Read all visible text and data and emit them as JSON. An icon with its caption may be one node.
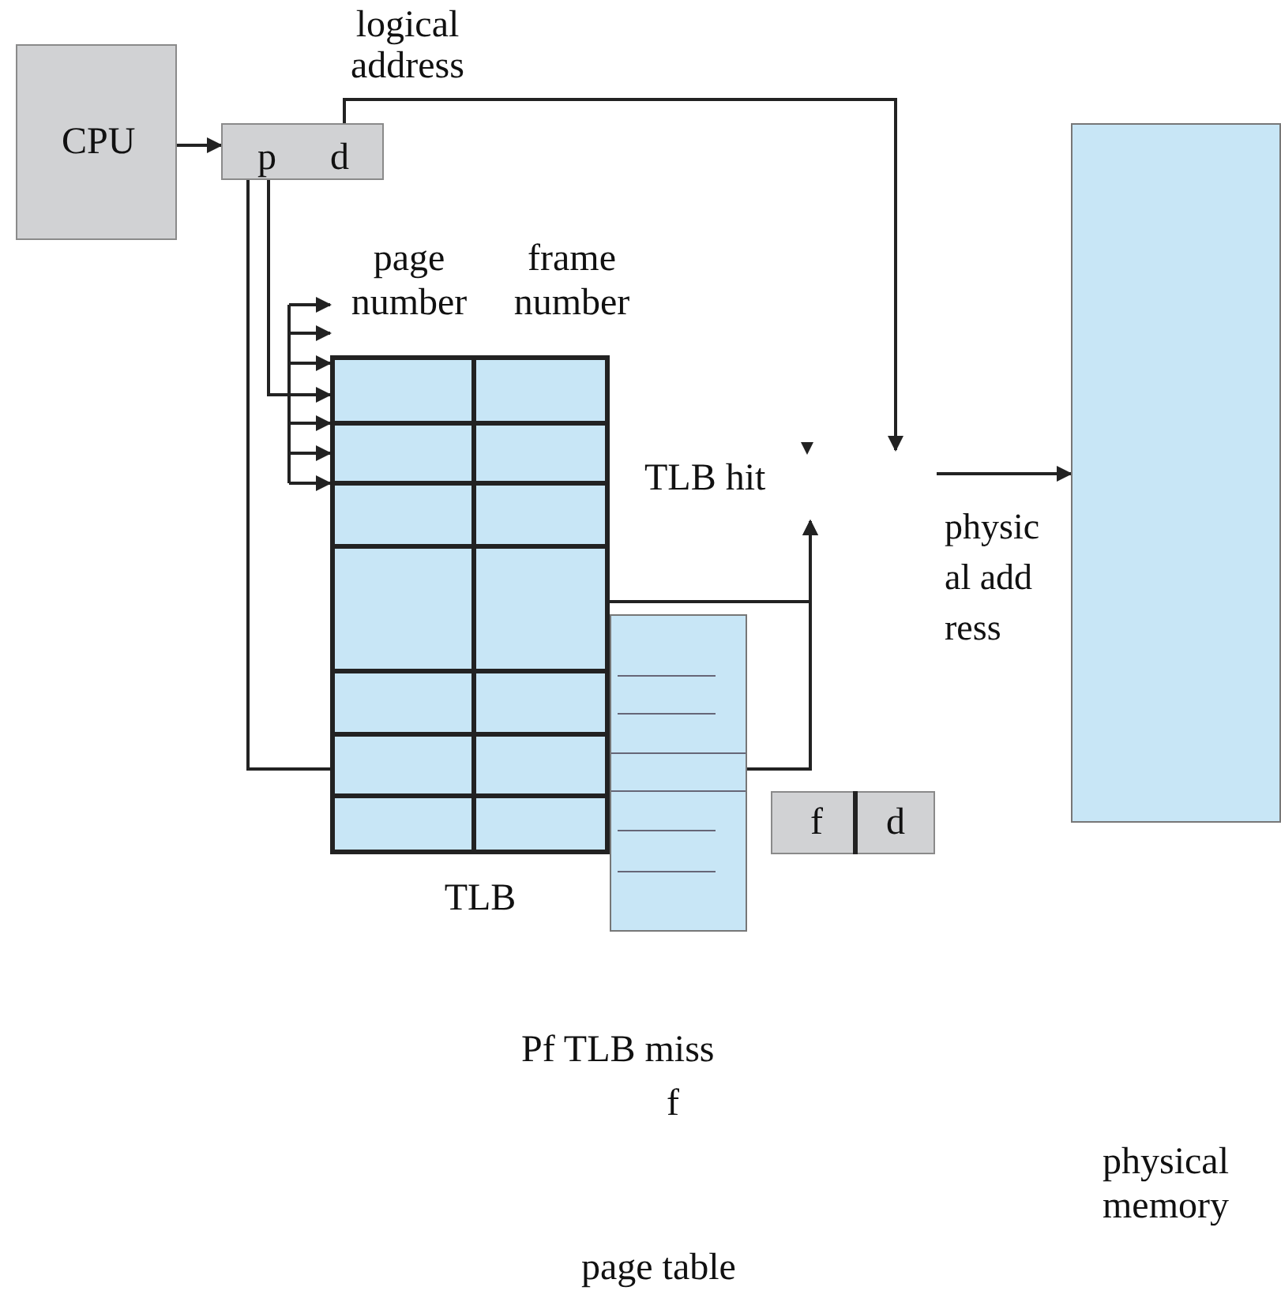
{
  "diagram": {
    "nodes": [
      {
        "text": [
          "CPU"
        ]
      },
      {
        "text": [
          "p",
          "d"
        ],
        "beside": [
          "logical address"
        ]
      },
      {
        "text": [
          "page number",
          "frame number"
        ],
        "beside": [
          "TLB"
        ]
      },
      {
        "text": [],
        "shape": "box"
      },
      {
        "text": [
          "f",
          "d"
        ]
      },
      {
        "text": [],
        "shape": "box"
      }
    ],
    "edges": [
      {
        "from": 0,
        "to": 1,
        "arrow": "to"
      },
      {
        "from": 1,
        "to": null,
        "arrow": "to"
      },
      {
        "from": 1,
        "to": 2,
        "arrow": "to"
      },
      {
        "from": 1,
        "to": 2,
        "arrow": "none"
      },
      {
        "from": 2,
        "to": null,
        "arrow": "to"
      },
      {
        "from": 3,
        "to": null,
        "arrow": "to"
      },
      {
        "from": null,
        "to": 5,
        "arrow": "to"
      }
    ],
    "labels": [
      "TLB hit",
      "physical address",
      "Pf TLB miss",
      "f",
      "physical memory",
      "page table"
    ]
  }
}
